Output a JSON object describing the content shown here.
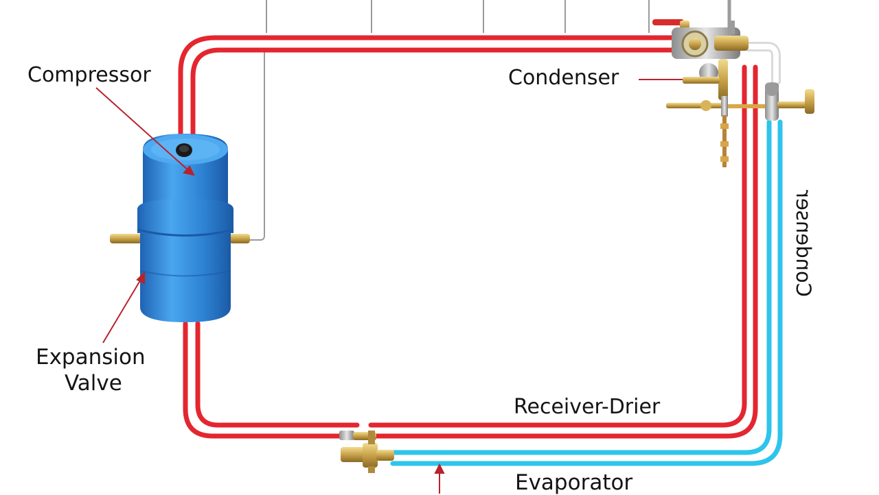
{
  "labels": {
    "compressor": "Compressor",
    "condenser": "Condenser",
    "expansion_valve_line1": "Expansion",
    "expansion_valve_line2": "Valve",
    "receiver_drier": "Receiver-Drier",
    "evaporator": "Evaporator",
    "side_text": "Condenser"
  },
  "colors": {
    "hot_line": "#e3262f",
    "cold_line": "#2ec4ec",
    "compressor_body": "#2f86d6",
    "pointer_arrow": "#b8222a",
    "brass_fittings": "#c9a24a",
    "gray_lines": "#9a9a9a",
    "label_text": "#141414"
  },
  "components": {
    "compressor_icon": "blue cylindrical tank",
    "valve_cluster_icon": "brass valves and gauges"
  }
}
